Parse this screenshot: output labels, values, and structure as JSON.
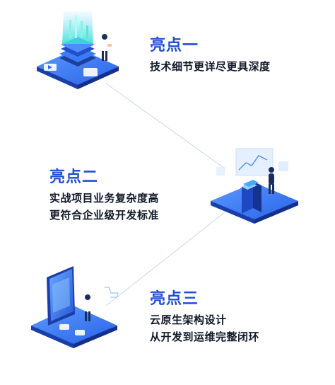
{
  "highlights": [
    {
      "title": "亮点一",
      "lines": [
        "技术细节更详尽更具深度"
      ]
    },
    {
      "title": "亮点二",
      "lines": [
        "实战项目业务复杂度高",
        "更符合企业级开发标准"
      ]
    },
    {
      "title": "亮点三",
      "lines": [
        "云原生架构设计",
        "从开发到运维完整闭环"
      ]
    }
  ],
  "colors": {
    "accent": "#1f4fd1",
    "text": "#101828",
    "platform": "#2f6df0",
    "connector": "#c9d6ea"
  },
  "icons": [
    "server-stack-icon",
    "person-icon",
    "kiosk-terminal-icon",
    "chart-screen-icon",
    "smartphone-icon",
    "shopping-cart-icon"
  ]
}
